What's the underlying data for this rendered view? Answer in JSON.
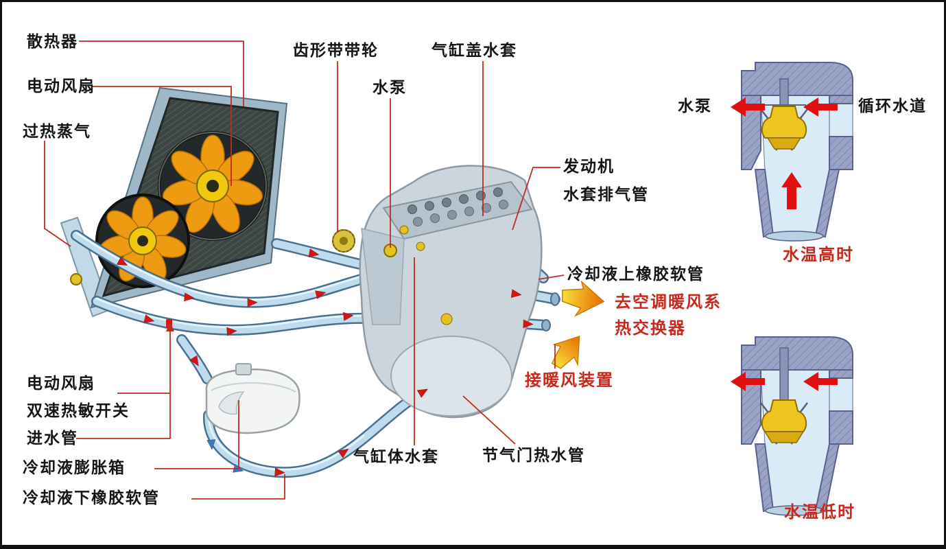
{
  "labels": {
    "radiator": "散热器",
    "electric_fan_top": "电动风扇",
    "overheat_steam": "过热蒸气",
    "belt_pulley": "齿形带带轮",
    "water_pump": "水泵",
    "head_water_jacket": "气缸盖水套",
    "engine": "发动机",
    "jacket_vent_pipe": "水套排气管",
    "upper_rubber_hose": "冷却液上橡胶软管",
    "to_ac_heater": "去空调暖风系",
    "heat_exchanger": "热交换器",
    "heater_connection": "接暖风装置",
    "electric_fan_bottom": "电动风扇",
    "dual_speed_switch": "双速热敏开关",
    "inlet_pipe": "进水管",
    "expansion_tank": "冷却液膨胀箱",
    "lower_rubber_hose": "冷却液下橡胶软管",
    "block_water_jacket": "气缸体水套",
    "throttle_hot_water_pipe": "节气门热水管",
    "thermostat_pump": "水泵",
    "circulation_channel": "循环水道",
    "temp_high": "水温高时",
    "temp_low": "水温低时"
  },
  "colors": {
    "label_text": "#151515",
    "highlight_red": "#c9281c",
    "leader_line": "#bf2b20",
    "pipe_fill": "#bfdcee",
    "pipe_edge": "#49708e",
    "flow_arrow_red": "#d81515",
    "flow_arrow_blue": "#3d7ab8",
    "fan_blade_orange": "#ef9b12",
    "fan_hub_yellow": "#f0c80c",
    "housing_blue": "#9aa3c6",
    "valve_yellow": "#ecc51e",
    "flame_orange": "#e86a00",
    "flame_yellow": "#f7e13a"
  }
}
